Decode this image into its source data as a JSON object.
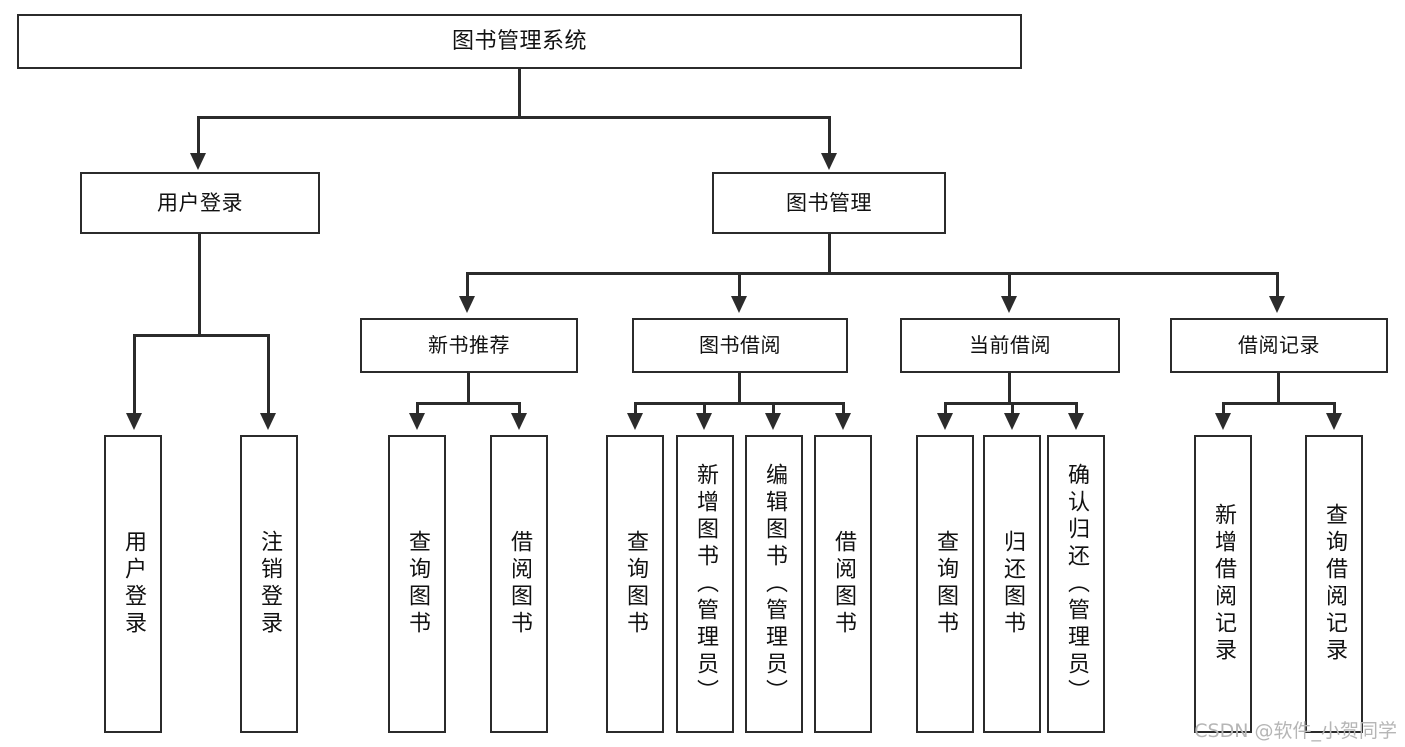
{
  "diagram": {
    "type": "tree",
    "title": "图书管理系统",
    "watermark": "CSDN @软件_小贺同学",
    "colors": {
      "border": "#2b2b2b",
      "background": "#ffffff",
      "text": "#111111",
      "connector": "#2b2b2b",
      "watermark": "#b6b6b6"
    },
    "root": {
      "label": "图书管理系统"
    },
    "level1": [
      {
        "label": "用户登录"
      },
      {
        "label": "图书管理"
      }
    ],
    "level2": [
      {
        "label": "新书推荐"
      },
      {
        "label": "图书借阅"
      },
      {
        "label": "当前借阅"
      },
      {
        "label": "借阅记录"
      }
    ],
    "leaves": {
      "user_login": [
        {
          "label": "用户登录"
        },
        {
          "label": "注销登录"
        }
      ],
      "new_book_recommend": [
        {
          "label": "查询图书"
        },
        {
          "label": "借阅图书"
        }
      ],
      "book_borrow": [
        {
          "label": "查询图书"
        },
        {
          "label": "新增图书（管理员）"
        },
        {
          "label": "编辑图书（管理员）"
        },
        {
          "label": "借阅图书"
        }
      ],
      "current_borrow": [
        {
          "label": "查询图书"
        },
        {
          "label": "归还图书"
        },
        {
          "label": "确认归还（管理员）"
        }
      ],
      "borrow_record": [
        {
          "label": "新增借阅记录"
        },
        {
          "label": "查询借阅记录"
        }
      ]
    }
  }
}
